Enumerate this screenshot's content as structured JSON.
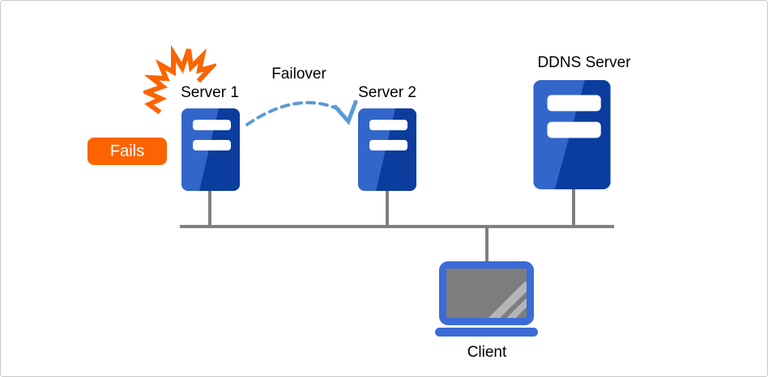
{
  "diagram": {
    "nodes": {
      "server1": {
        "label": "Server 1"
      },
      "server2": {
        "label": "Server 2"
      },
      "ddns_server": {
        "label": "DDNS Server"
      },
      "client": {
        "label": "Client"
      }
    },
    "annotations": {
      "failover": "Failover",
      "fails": "Fails"
    },
    "icons": {
      "explosion": "explosion-burst-icon",
      "server": "server-tower-icon",
      "laptop": "laptop-icon"
    },
    "colors": {
      "server_light": "#3366cb",
      "server_dark": "#0b3d9e",
      "orange": "#fb6400",
      "arc_blue": "#5b9bd5",
      "line_gray": "#7f7f7f",
      "laptop_blue": "#3b6bd8",
      "screen_gray": "#7d7d7d",
      "screen_shine": "#b5b5b5"
    }
  }
}
